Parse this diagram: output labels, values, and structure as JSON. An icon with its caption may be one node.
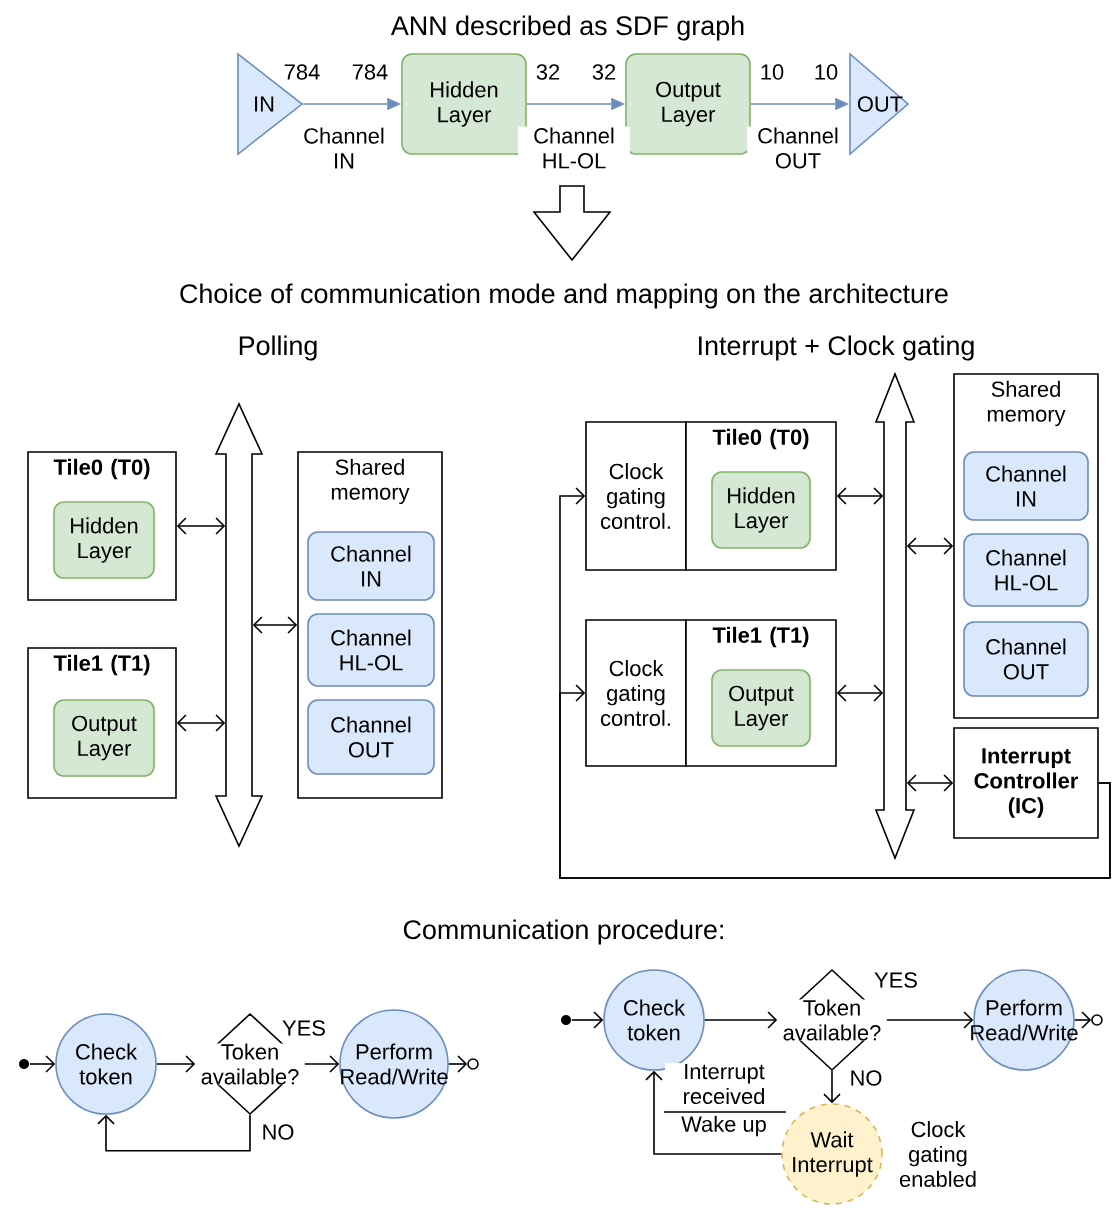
{
  "diagram": {
    "title": "ANN described as SDF graph",
    "nodes": [
      {
        "text": [
          "IN"
        ]
      },
      {
        "text": [
          "Hidden Layer"
        ]
      },
      {
        "text": [
          "Output Layer"
        ]
      },
      {
        "text": [
          "OUT"
        ]
      },
      {
        "text": [
          "Tile0 (T0)"
        ]
      },
      {
        "text": [
          "Hidden Layer"
        ],
        "in": 4
      },
      {
        "text": [
          "Tile1 (T1)"
        ]
      },
      {
        "text": [
          "Output Layer"
        ],
        "in": 6
      },
      {
        "text": [],
        "shape": "arrow"
      },
      {
        "text": [
          "Shared memory"
        ]
      },
      {
        "text": [
          "Channel IN"
        ],
        "in": 9
      },
      {
        "text": [
          "Channel HL-OL"
        ],
        "in": 9
      },
      {
        "text": [
          "Channel OUT"
        ],
        "in": 9
      },
      {
        "text": [
          "Clock gating control."
        ]
      },
      {
        "text": [
          "Tile0 (T0)"
        ]
      },
      {
        "text": [
          "Hidden Layer"
        ],
        "in": 14
      },
      {
        "text": [
          "Clock gating control."
        ]
      },
      {
        "text": [
          "Tile1 (T1)"
        ]
      },
      {
        "text": [
          "Output Layer"
        ],
        "in": 17
      },
      {
        "text": [],
        "shape": "arrow"
      },
      {
        "text": [
          "Shared memory"
        ]
      },
      {
        "text": [
          "Channel IN"
        ],
        "in": 20
      },
      {
        "text": [
          "Channel HL-OL"
        ],
        "in": 20
      },
      {
        "text": [
          "Channel OUT"
        ],
        "in": 20
      },
      {
        "text": [
          "Interrupt Controller (IC)"
        ]
      },
      {
        "text": [],
        "shape": "circle"
      },
      {
        "text": [
          "Check token"
        ]
      },
      {
        "text": [
          "Token available?"
        ]
      },
      {
        "text": [
          "Perform Read/Write"
        ]
      },
      {
        "text": [],
        "shape": "circle"
      },
      {
        "text": [],
        "shape": "circle"
      },
      {
        "text": [
          "Check token"
        ]
      },
      {
        "text": [
          "Token available?"
        ]
      },
      {
        "text": [
          "Perform Read/Write"
        ]
      },
      {
        "text": [],
        "shape": "circle"
      },
      {
        "text": [
          "Wait Interrupt"
        ],
        "beside": [
          "Clock gating enabled"
        ]
      }
    ],
    "edges": [
      {
        "from": 0,
        "to": 1,
        "arrow": "to",
        "label": "Channel IN",
        "color": "#6c8ebf"
      },
      {
        "from": 1,
        "to": 2,
        "arrow": "to",
        "label": "Channel HL-OL",
        "color": "#6c8ebf"
      },
      {
        "from": 2,
        "to": 3,
        "arrow": "to",
        "label": "Channel OUT",
        "color": "#6c8ebf"
      },
      {
        "from": 4,
        "to": 8,
        "arrow": "both"
      },
      {
        "from": 6,
        "to": 8,
        "arrow": "both"
      },
      {
        "from": 8,
        "to": 9,
        "arrow": "both"
      },
      {
        "from": 14,
        "to": 19,
        "arrow": "both"
      },
      {
        "from": 17,
        "to": 19,
        "arrow": "both"
      },
      {
        "from": 19,
        "to": 20,
        "arrow": "both"
      },
      {
        "from": 19,
        "to": 24,
        "arrow": "both"
      },
      {
        "from": 24,
        "to": 13,
        "arrow": "to"
      },
      {
        "from": 24,
        "to": 16,
        "arrow": "to"
      },
      {
        "from": 25,
        "to": 26,
        "arrow": "to"
      },
      {
        "from": 26,
        "to": 27,
        "arrow": "to"
      },
      {
        "from": 27,
        "to": 28,
        "arrow": "to",
        "label": "YES"
      },
      {
        "from": 27,
        "to": 26,
        "arrow": "to",
        "label": "NO"
      },
      {
        "from": 28,
        "to": 29,
        "arrow": "to"
      },
      {
        "from": 30,
        "to": 31,
        "arrow": "to"
      },
      {
        "from": 31,
        "to": 32,
        "arrow": "to"
      },
      {
        "from": 32,
        "to": 33,
        "arrow": "to",
        "label": "YES"
      },
      {
        "from": 32,
        "to": 35,
        "arrow": "to",
        "label": "NO"
      },
      {
        "from": 35,
        "to": 31,
        "arrow": "to",
        "label": "Interrupt received"
      },
      {
        "from": 33,
        "to": 34,
        "arrow": "to"
      }
    ],
    "labels": [
      "784",
      "784",
      "32",
      "32",
      "10",
      "10",
      "Choice of communication mode and mapping on the architecture",
      "Polling",
      "Interrupt + Clock gating",
      "Communication procedure:",
      "Wake up"
    ]
  }
}
